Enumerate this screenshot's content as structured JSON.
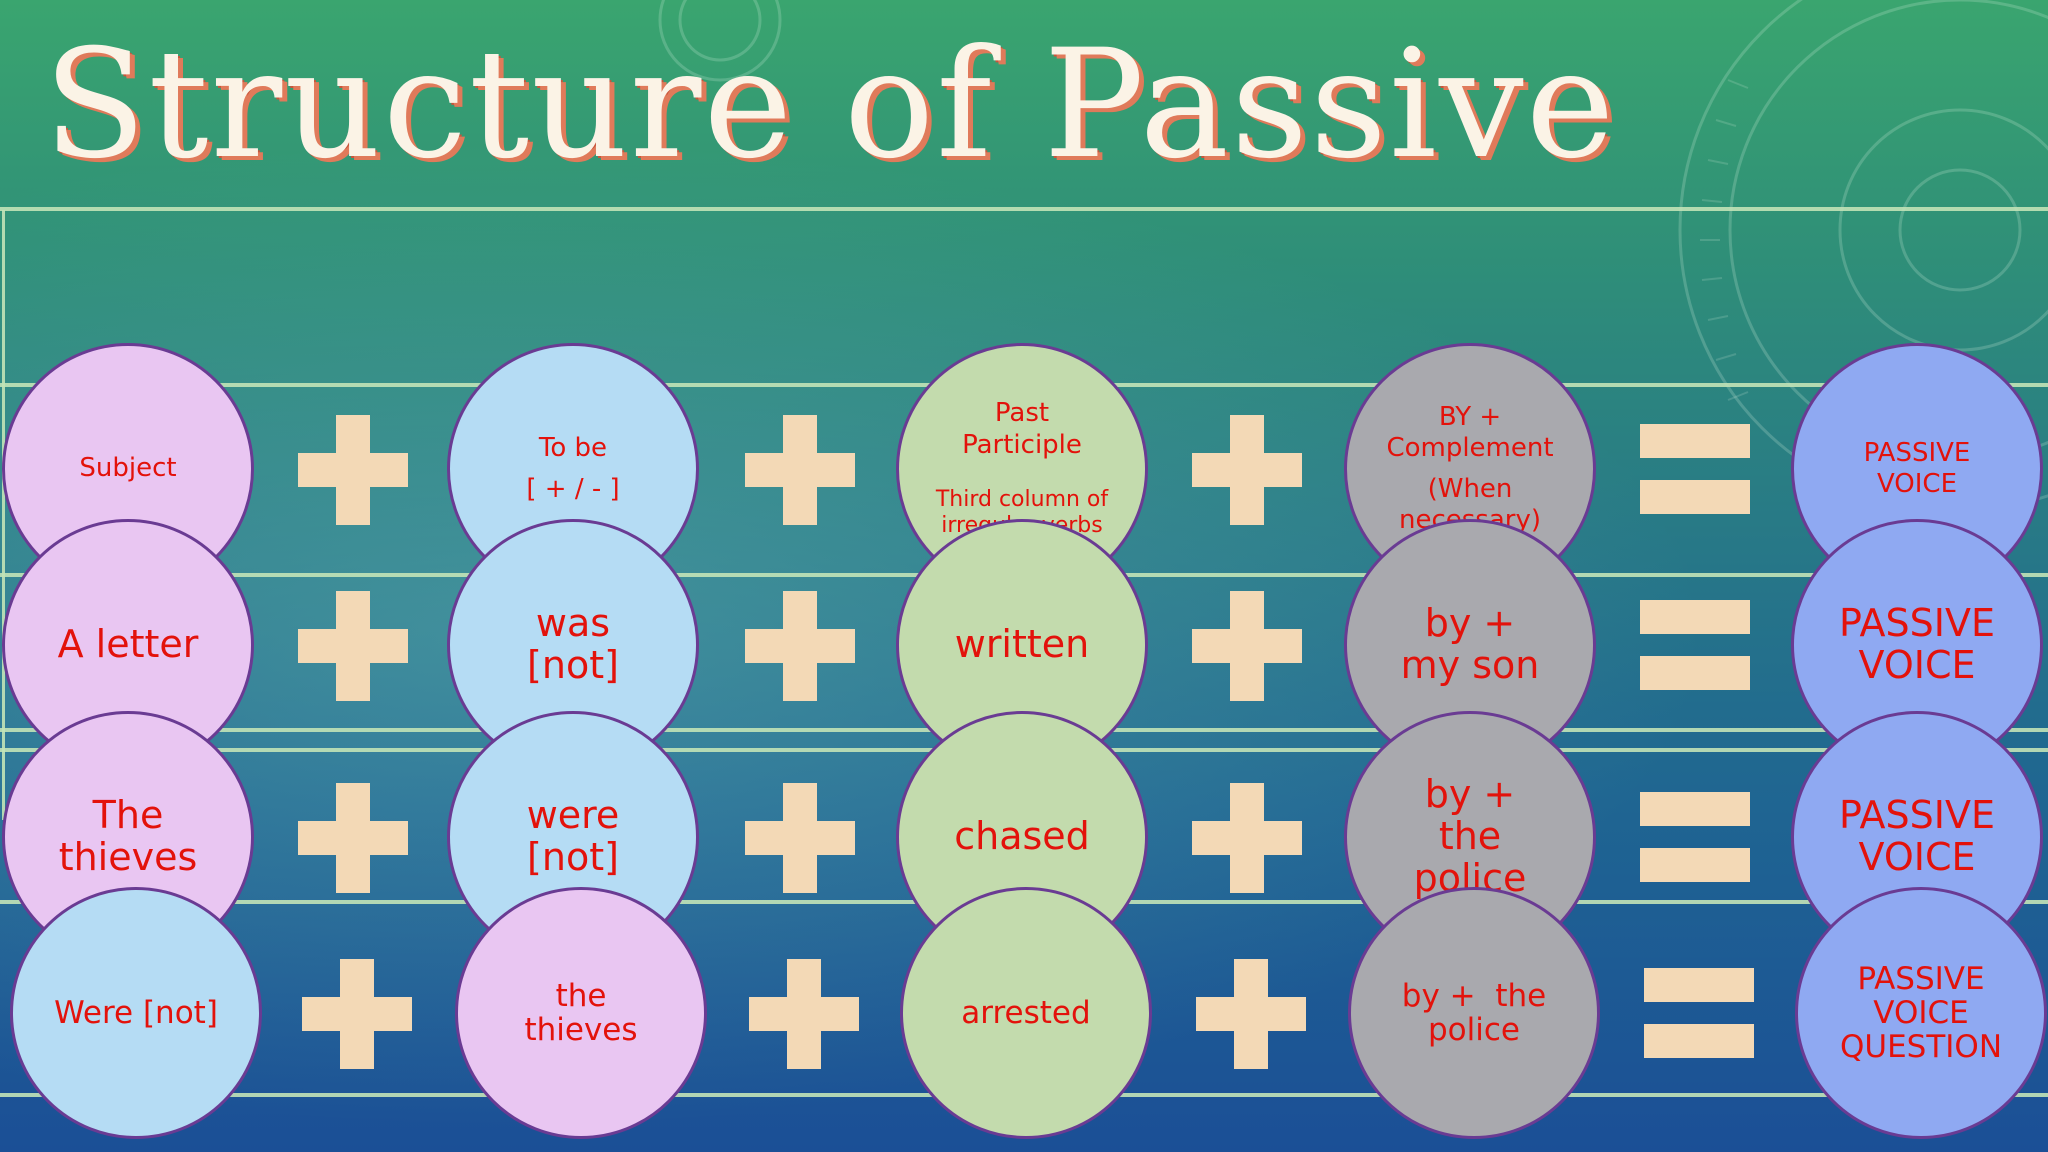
{
  "title": "Structure of Passive",
  "header_row": {
    "subject": "Subject",
    "to_be_line1": "To be",
    "to_be_line2": "[ + / - ]",
    "pp_line1": "Past",
    "pp_line2": "Participle",
    "pp_note1": "Third column of",
    "pp_note2": "irregular verbs",
    "by_line1": "BY +",
    "by_line2": "Complement",
    "by_line3": "(When",
    "by_line4": "necessary)",
    "result_line1": "PASSIVE",
    "result_line2": "VOICE"
  },
  "rows": [
    {
      "subject": [
        "A letter"
      ],
      "be": [
        "was",
        "[not]"
      ],
      "participle": [
        "written"
      ],
      "by": [
        "by +",
        "my son"
      ],
      "result": [
        "PASSIVE",
        "VOICE"
      ]
    },
    {
      "subject": [
        "The",
        "thieves"
      ],
      "be": [
        "were",
        "[not]"
      ],
      "participle": [
        "chased"
      ],
      "by": [
        "by +",
        "the",
        "police"
      ],
      "result": [
        "PASSIVE",
        "VOICE"
      ]
    },
    {
      "subject": [
        "Were [not]"
      ],
      "be": [
        "the",
        "thieves"
      ],
      "participle": [
        "arrested"
      ],
      "by": [
        "by +  the",
        "police"
      ],
      "result": [
        "PASSIVE",
        "VOICE",
        "QUESTION"
      ]
    }
  ]
}
